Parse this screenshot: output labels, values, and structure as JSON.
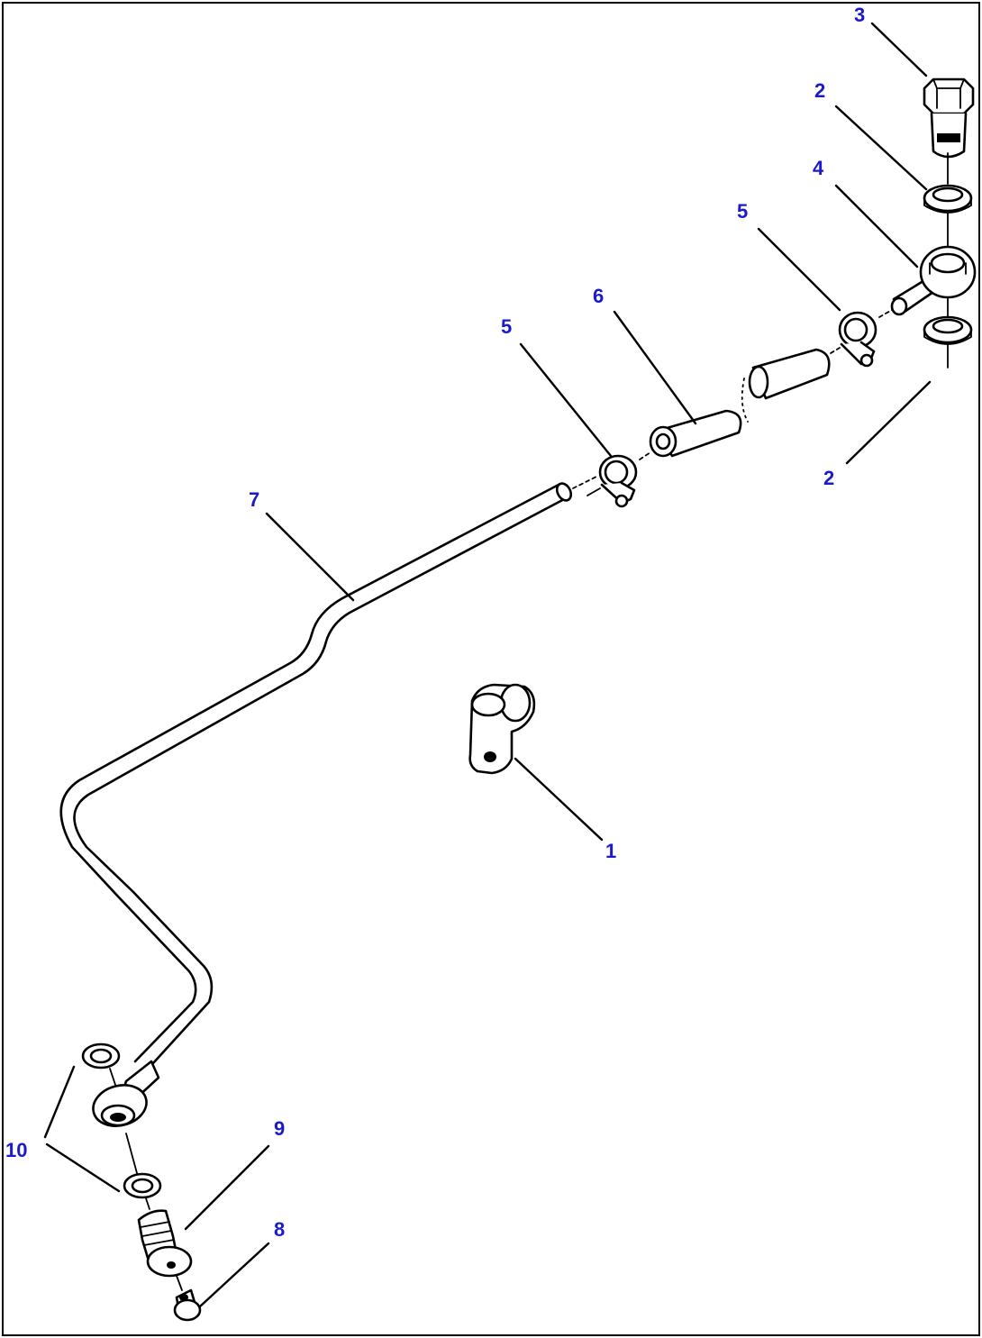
{
  "diagram": {
    "label_color": "#1a1acc",
    "line_color": "#000000",
    "callouts": [
      {
        "id": "c1",
        "text": "1",
        "part": "clip"
      },
      {
        "id": "c2a",
        "text": "2",
        "part": "washer"
      },
      {
        "id": "c2b",
        "text": "2",
        "part": "washer"
      },
      {
        "id": "c3",
        "text": "3",
        "part": "joint-bolt"
      },
      {
        "id": "c4",
        "text": "4",
        "part": "eye-joint"
      },
      {
        "id": "c5a",
        "text": "5",
        "part": "hose-clamp"
      },
      {
        "id": "c5b",
        "text": "5",
        "part": "hose-clamp"
      },
      {
        "id": "c6",
        "text": "6",
        "part": "hose"
      },
      {
        "id": "c7",
        "text": "7",
        "part": "tube"
      },
      {
        "id": "c8",
        "text": "8",
        "part": "plug"
      },
      {
        "id": "c9",
        "text": "9",
        "part": "joint-bolt"
      },
      {
        "id": "c10",
        "text": "10",
        "part": "washer"
      }
    ]
  }
}
